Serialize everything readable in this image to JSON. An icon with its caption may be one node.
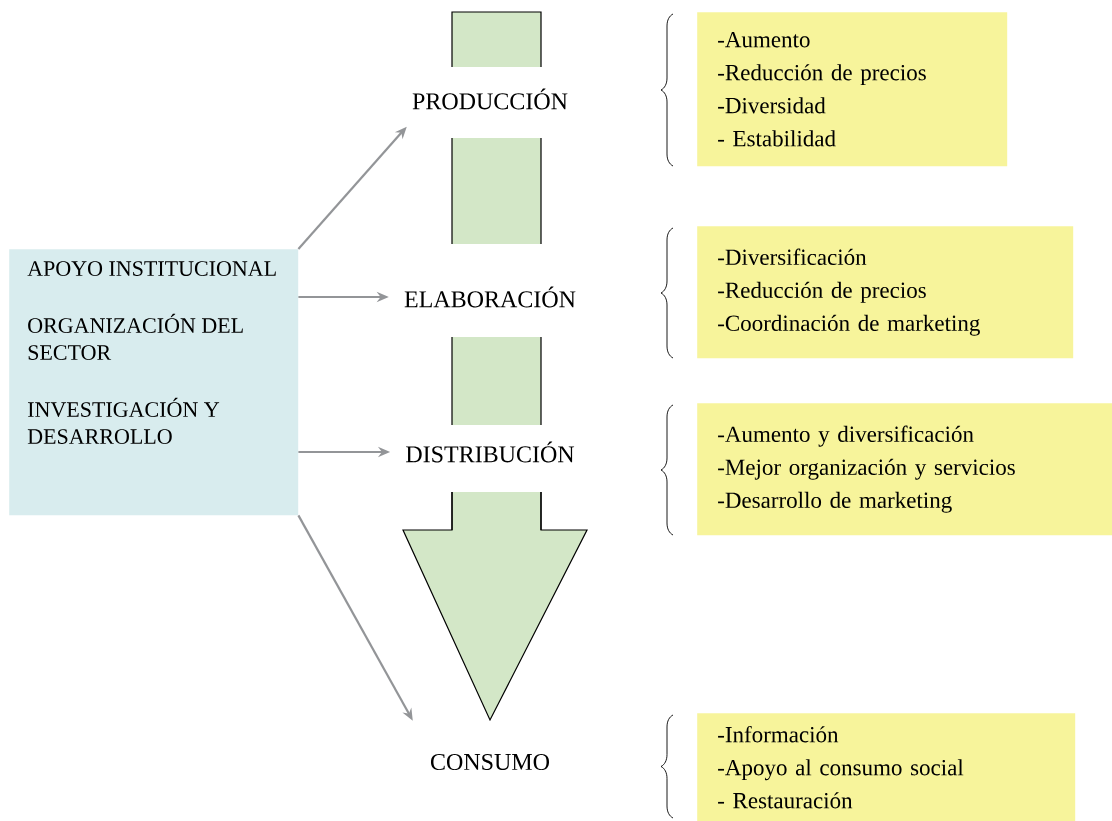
{
  "diagram": {
    "nodes": [
      {
        "text": [
          "APOYO INSTITUCIONAL",
          "ORGANIZACIÓN DEL SECTOR",
          "INVESTIGACIÓN Y DESARROLLO"
        ]
      },
      {
        "text": [
          "PRODUCCIÓN"
        ]
      },
      {
        "text": [
          "ELABORACIÓN"
        ]
      },
      {
        "text": [
          "DISTRIBUCIÓN"
        ]
      },
      {
        "text": [
          "CONSUMO"
        ]
      },
      {
        "text": [
          "-Aumento",
          "-Reducción de precios",
          "-Diversidad",
          "- Estabilidad"
        ]
      },
      {
        "text": [
          "-Diversificación",
          "-Reducción de precios",
          "-Coordinación de marketing"
        ]
      },
      {
        "text": [
          "-Aumento y diversificación",
          "-Mejor organización y servicios",
          "-Desarrollo de marketing"
        ]
      },
      {
        "text": [
          "-Información",
          "-Apoyo al consumo social",
          "- Restauración"
        ]
      }
    ],
    "edges": [
      {
        "from": 0,
        "to": 1,
        "arrow": "to"
      },
      {
        "from": 0,
        "to": 2,
        "arrow": "to"
      },
      {
        "from": 0,
        "to": 3,
        "arrow": "to"
      },
      {
        "from": 0,
        "to": 4,
        "arrow": "to"
      }
    ]
  }
}
